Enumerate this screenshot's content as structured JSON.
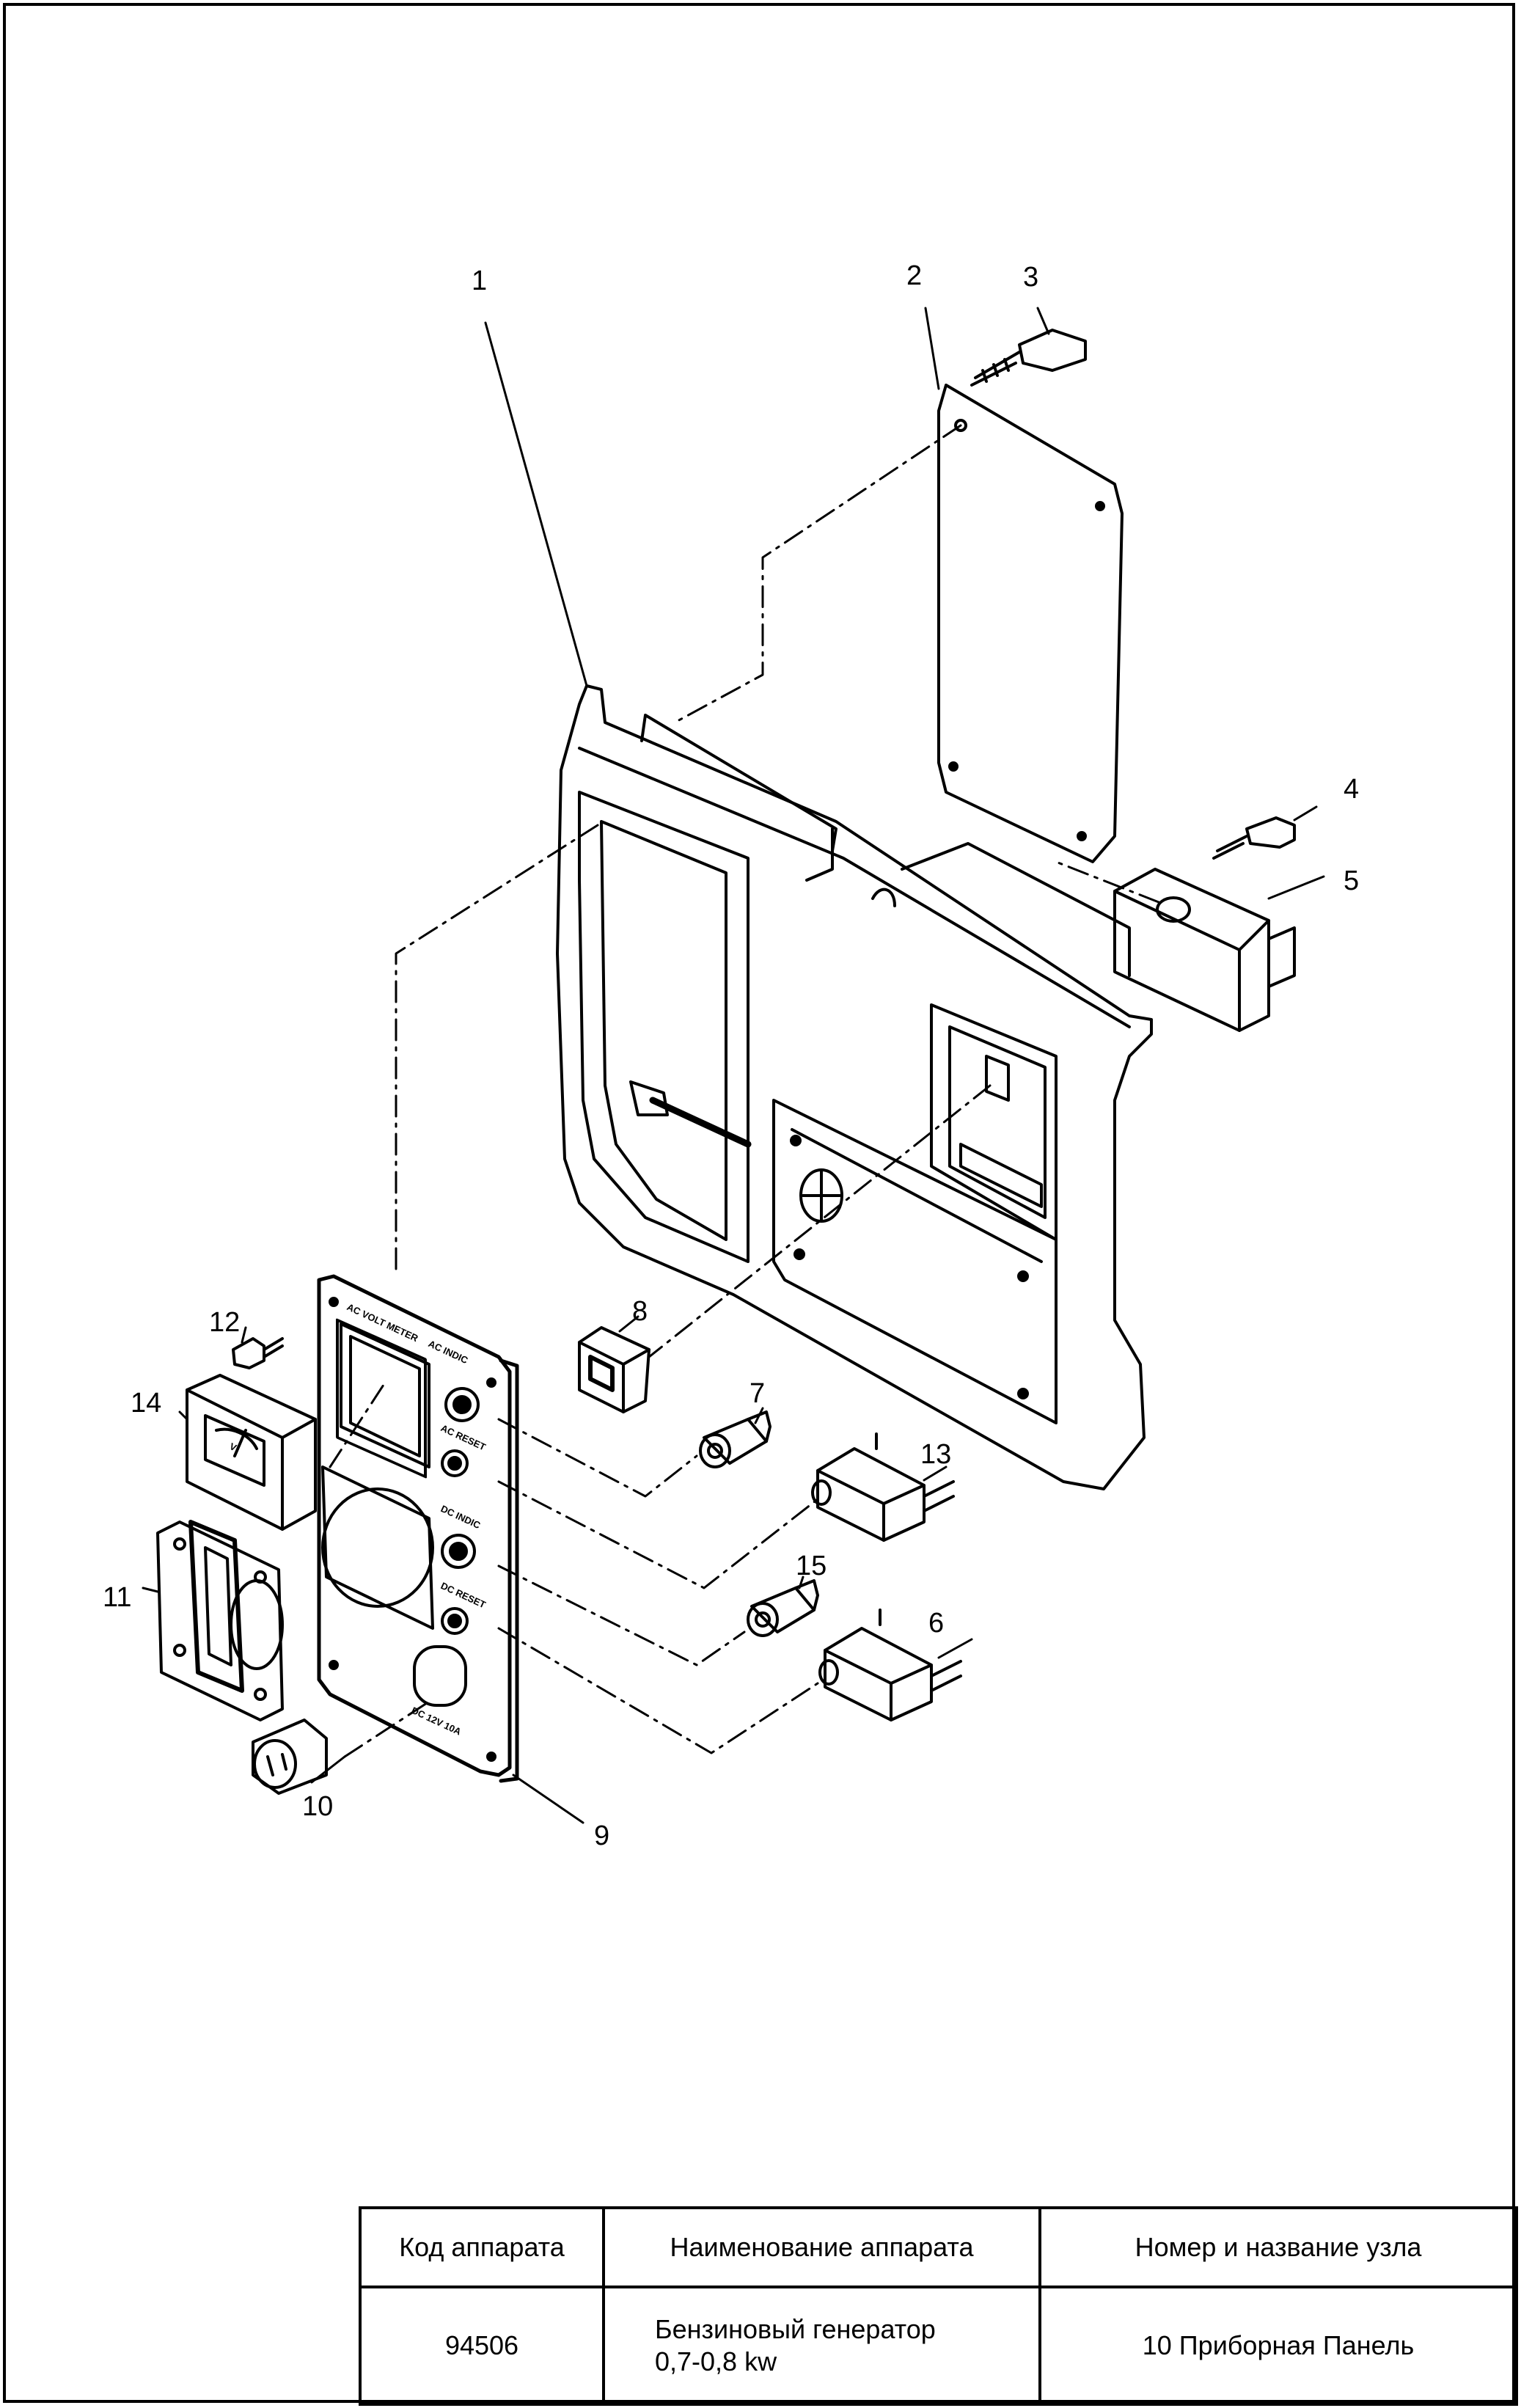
{
  "callouts": [
    "1",
    "2",
    "3",
    "4",
    "5",
    "6",
    "7",
    "8",
    "9",
    "10",
    "11",
    "12",
    "13",
    "14",
    "15"
  ],
  "panel_labels": {
    "ac_volt_meter": "AC VOLT METER",
    "ac_indic": "AC INDIC",
    "ac_reset": "AC RESET",
    "dc_indic": "DC INDIC",
    "dc_reset": "DC RESET",
    "dc_socket": "DC 12V 10A",
    "meter_unit": "V"
  },
  "table": {
    "headers": [
      "Код аппарата",
      "Наименование аппарата",
      "Номер и название узла"
    ],
    "row": {
      "code": "94506",
      "name_line1": "Бензиновый генератор",
      "name_line2": "0,7-0,8 kw",
      "unit": "10 Приборная Панель"
    }
  }
}
